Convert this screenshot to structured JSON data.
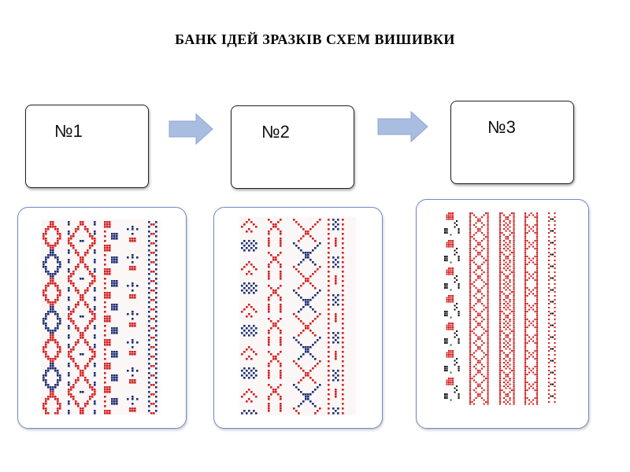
{
  "title": "БАНК ІДЕЙ ЗРАЗКІВ СХЕМ ВИШИВКИ",
  "steps": [
    {
      "label": "№1"
    },
    {
      "label": "№2"
    },
    {
      "label": "№3"
    }
  ],
  "colors": {
    "red": "#d42020",
    "navy": "#1f2f73",
    "black": "#111111",
    "green": "#2e7d32",
    "arrow": "#a9bde0",
    "panel_border": "#6d8ac4"
  },
  "icons": {
    "arrow": "right-arrow-icon"
  }
}
